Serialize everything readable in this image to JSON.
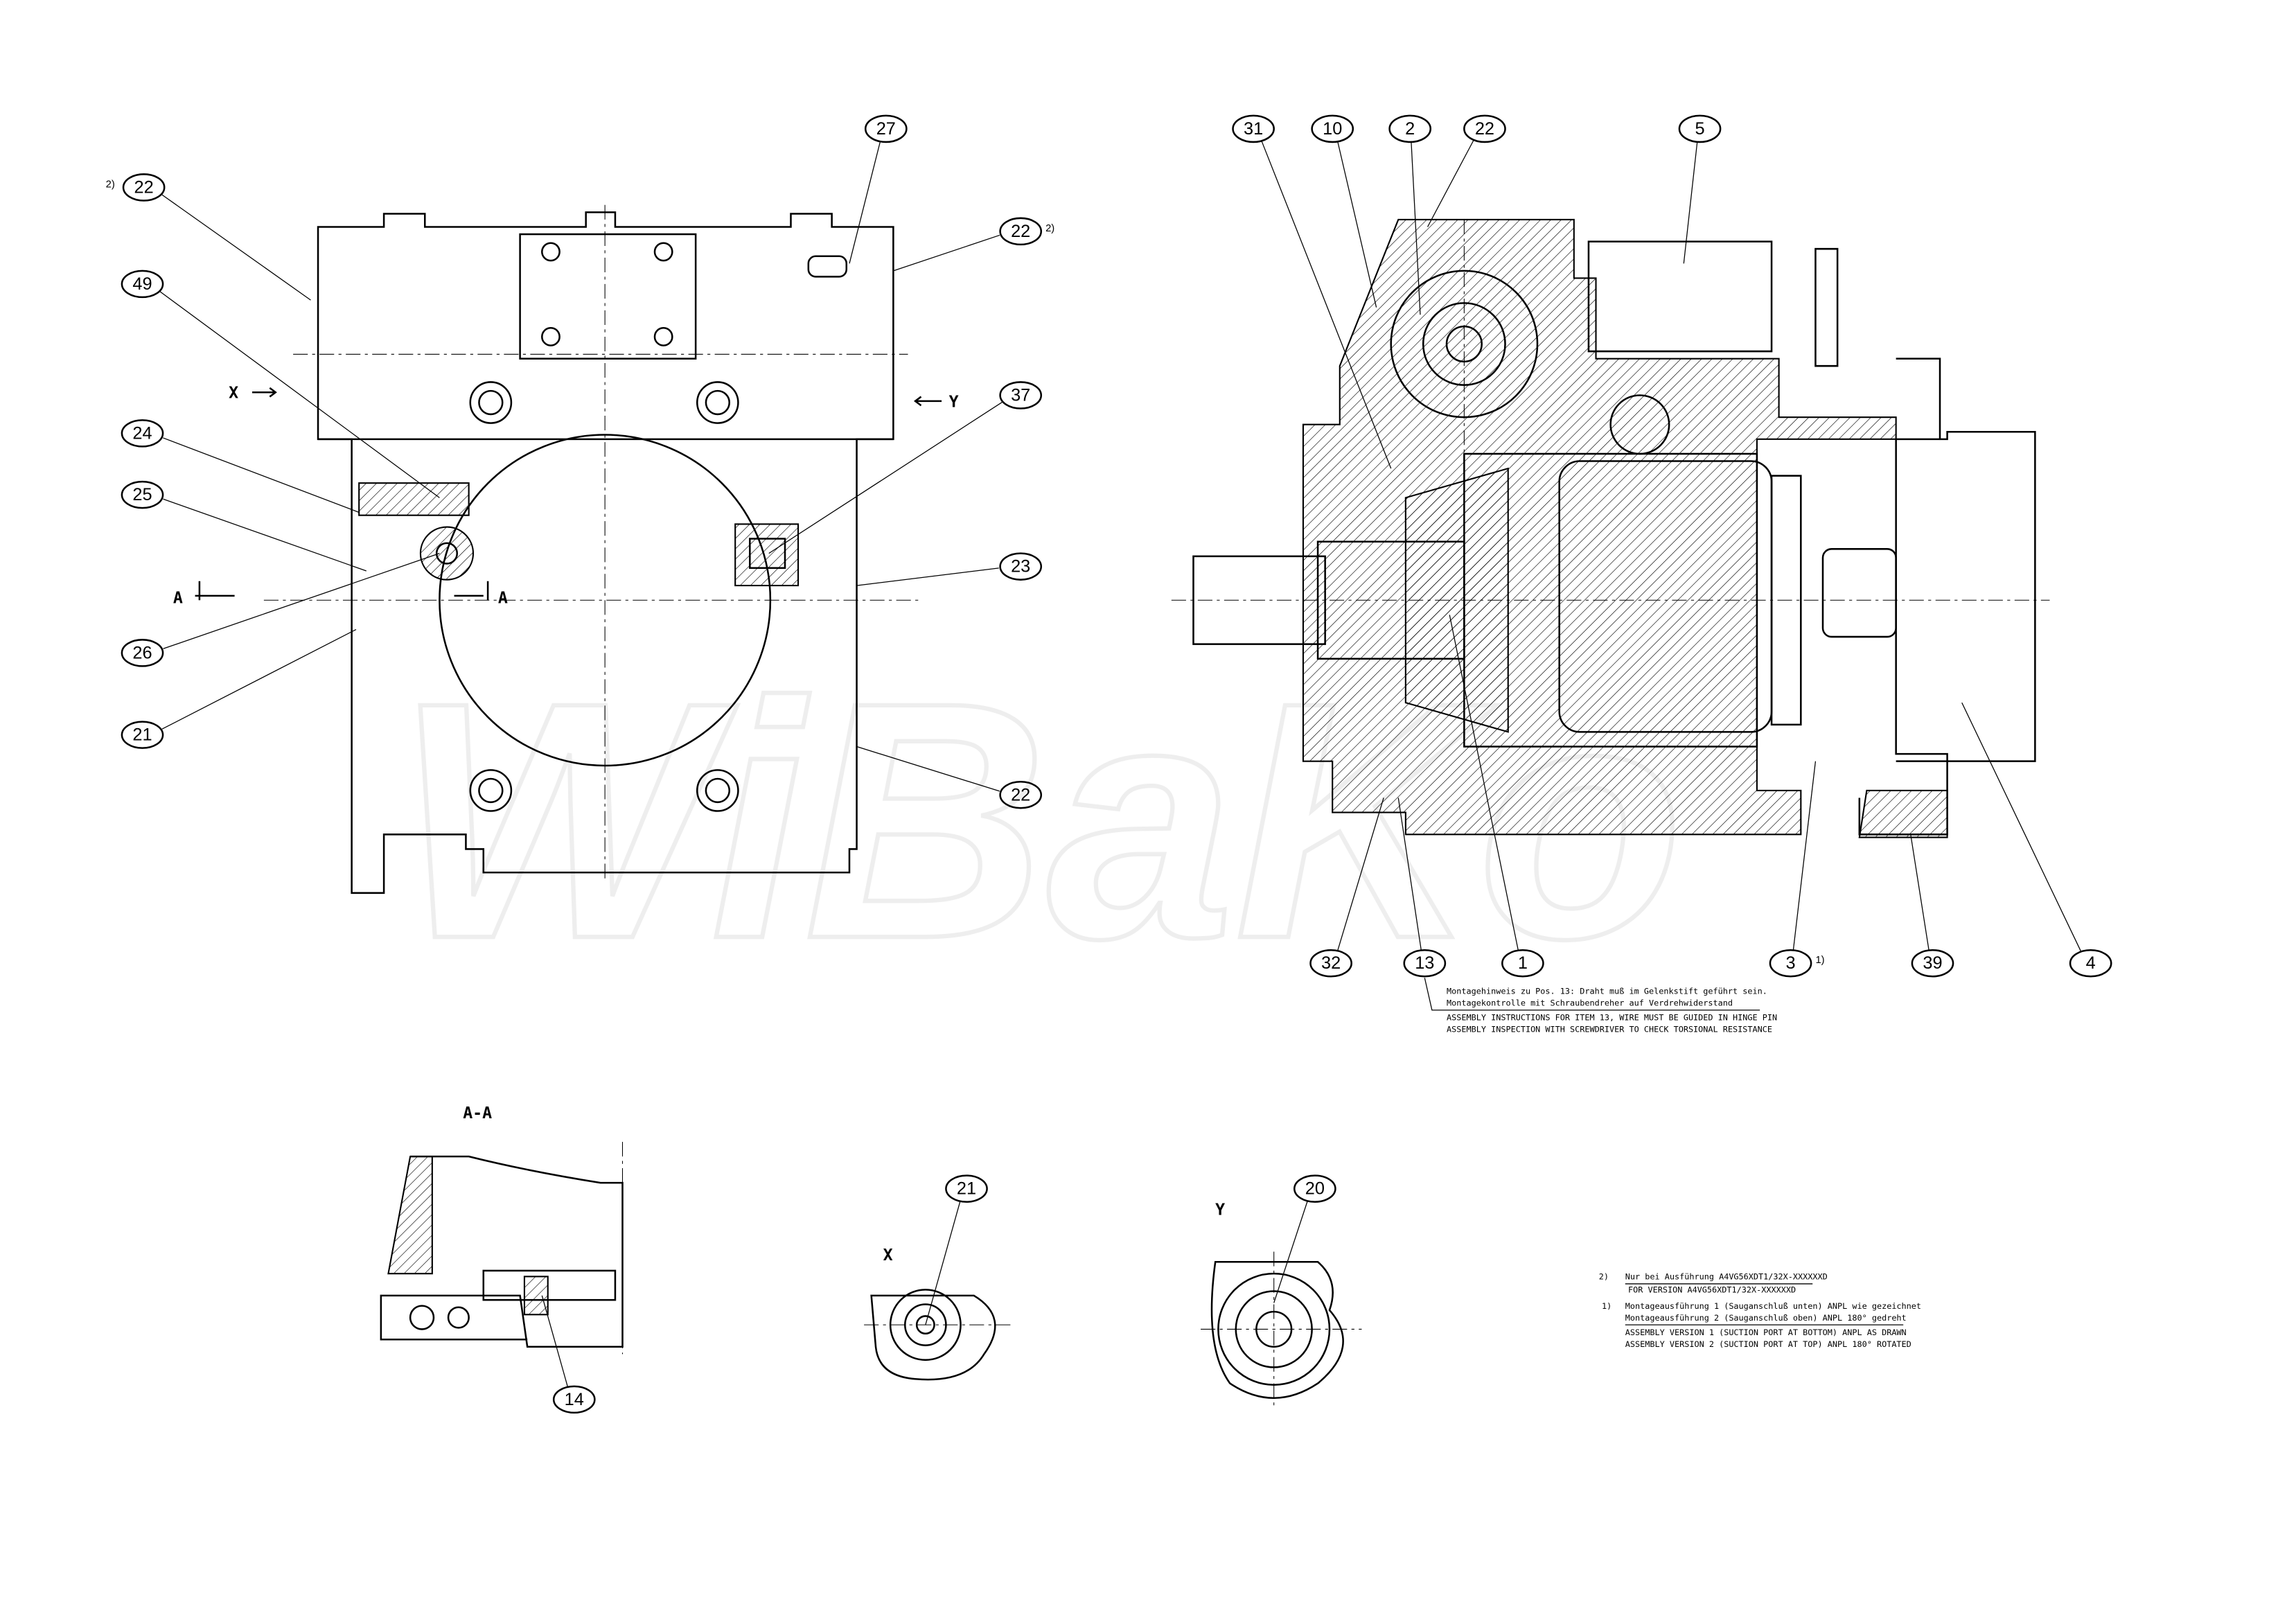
{
  "watermark": "WiBaKo",
  "view_labels": {
    "x_arrow": "X",
    "y_arrow": "Y",
    "a_left": "A",
    "a_right": "A",
    "section_aa": "A-A",
    "view_x": "X",
    "view_y": "Y"
  },
  "balloons": [
    {
      "num": "22",
      "sup": "2)"
    },
    {
      "num": "49"
    },
    {
      "num": "24"
    },
    {
      "num": "25"
    },
    {
      "num": "26"
    },
    {
      "num": "21"
    },
    {
      "num": "27"
    },
    {
      "num": "22",
      "sup": "2)"
    },
    {
      "num": "37"
    },
    {
      "num": "23"
    },
    {
      "num": "22"
    },
    {
      "num": "31"
    },
    {
      "num": "10"
    },
    {
      "num": "2"
    },
    {
      "num": "22"
    },
    {
      "num": "5"
    },
    {
      "num": "32"
    },
    {
      "num": "13"
    },
    {
      "num": "1"
    },
    {
      "num": "3",
      "sup": "1)"
    },
    {
      "num": "39"
    },
    {
      "num": "4"
    },
    {
      "num": "14"
    },
    {
      "num": "21"
    },
    {
      "num": "20"
    }
  ],
  "assembly_note": {
    "de_line1": "Montagehinweis zu Pos. 13: Draht muß im Gelenkstift geführt sein.",
    "de_line2": "Montagekontrolle mit Schraubendreher auf Verdrehwiderstand",
    "en_line1": "ASSEMBLY INSTRUCTIONS FOR ITEM 13, WIRE MUST BE GUIDED IN HINGE PIN",
    "en_line2": "ASSEMBLY INSPECTION WITH SCREWDRIVER TO CHECK TORSIONAL RESISTANCE"
  },
  "footnotes": [
    {
      "mark": "2)",
      "de": [
        "Nur bei Ausführung A4VG56XDT1/32X-XXXXXXD"
      ],
      "en": [
        "FOR VERSION A4VG56XDT1/32X-XXXXXXD"
      ]
    },
    {
      "mark": "1)",
      "de": [
        "Montageausführung 1 (Sauganschluß unten) ANPL wie gezeichnet",
        "Montageausführung 2 (Sauganschluß oben) ANPL 180° gedreht"
      ],
      "en": [
        "ASSEMBLY VERSION 1 (SUCTION PORT AT BOTTOM) ANPL AS DRAWN",
        "ASSEMBLY VERSION 2 (SUCTION PORT AT TOP) ANPL 180° ROTATED"
      ]
    }
  ]
}
